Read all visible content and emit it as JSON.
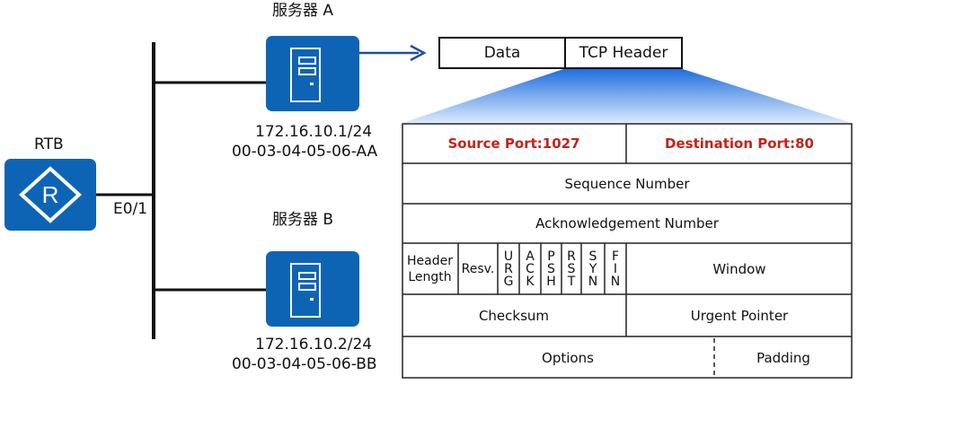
{
  "servers": [
    {
      "title": "服务器 A",
      "ip": "172.16.10.1/24",
      "mac": "00-03-04-05-06-AA"
    },
    {
      "title": "服务器 B",
      "ip": "172.16.10.2/24",
      "mac": "00-03-04-05-06-BB"
    }
  ],
  "router": {
    "label": "RTB",
    "interface": "E0/1",
    "glyph": "R"
  },
  "packet": {
    "data": "Data",
    "tcp_header": "TCP Header"
  },
  "tcp_header": {
    "source_port": "Source  Port:1027",
    "destination_port": "Destination  Port:80",
    "sequence_number": "Sequence Number",
    "ack_number": "Acknowledgement Number",
    "header_length": [
      "Header",
      "Length"
    ],
    "reserved": "Resv.",
    "flags": [
      [
        "U",
        "R",
        "G"
      ],
      [
        "A",
        "C",
        "K"
      ],
      [
        "P",
        "S",
        "H"
      ],
      [
        "R",
        "S",
        "T"
      ],
      [
        "S",
        "Y",
        "N"
      ],
      [
        "F",
        "I",
        "N"
      ]
    ],
    "window": "Window",
    "checksum": "Checksum",
    "urgent_pointer": "Urgent  Pointer",
    "options": "Options",
    "padding": "Padding"
  },
  "colors": {
    "device": "#0e64b4",
    "port_text": "#c0241c",
    "arrow": "#1f4e9e",
    "gradient_top": "#1e6fe0",
    "gradient_bottom": "#dce9fb"
  }
}
